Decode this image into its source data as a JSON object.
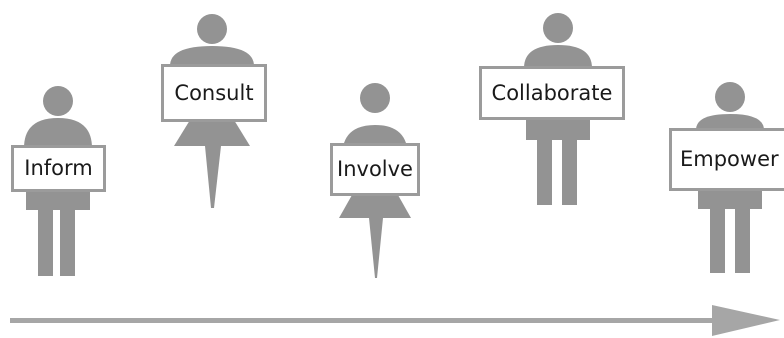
{
  "diagram": {
    "stages": [
      {
        "label": "Inform",
        "figure": "man"
      },
      {
        "label": "Consult",
        "figure": "woman"
      },
      {
        "label": "Involve",
        "figure": "woman"
      },
      {
        "label": "Collaborate",
        "figure": "man"
      },
      {
        "label": "Empower",
        "figure": "man"
      }
    ],
    "arrow": {
      "direction": "right"
    }
  },
  "colors": {
    "figure": "#939393",
    "sign_border": "#9b9b9b",
    "sign_text": "#1a1a1a",
    "arrow": "#a6a6a6",
    "background": "#ffffff"
  }
}
